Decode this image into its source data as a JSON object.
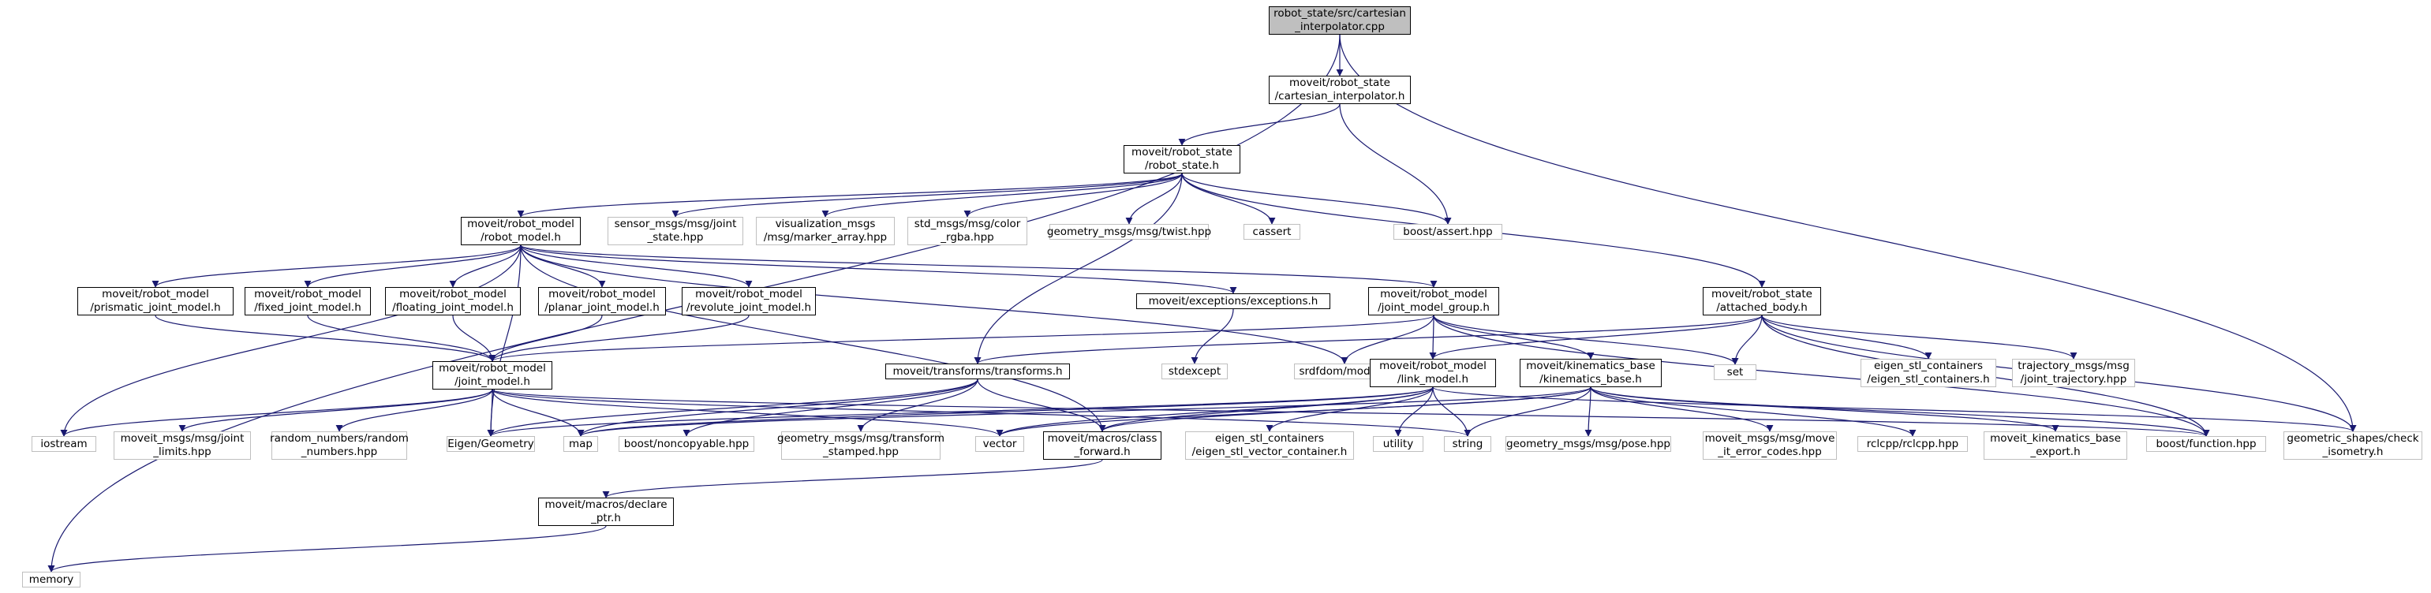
{
  "graph": {
    "edge_color": "#191970",
    "root_fill": "#bfbfbf",
    "external_border_color": "#bfbfbf",
    "nodes": [
      {
        "id": "root",
        "lines": [
          "robot_state/src/cartesian",
          "_interpolator.cpp"
        ],
        "kind": "root"
      },
      {
        "id": "cartesian_interpolator_h",
        "lines": [
          "moveit/robot_state",
          "/cartesian_interpolator.h"
        ],
        "kind": "doc"
      },
      {
        "id": "robot_state_h",
        "lines": [
          "moveit/robot_state",
          "/robot_state.h"
        ],
        "kind": "doc"
      },
      {
        "id": "robot_model_h",
        "lines": [
          "moveit/robot_model",
          "/robot_model.h"
        ],
        "kind": "doc"
      },
      {
        "id": "sensor_msgs_joint_state",
        "lines": [
          "sensor_msgs/msg/joint",
          "_state.hpp"
        ],
        "kind": "ext"
      },
      {
        "id": "visualization_msgs_marker",
        "lines": [
          "visualization_msgs",
          "/msg/marker_array.hpp"
        ],
        "kind": "ext"
      },
      {
        "id": "std_msgs_color",
        "lines": [
          "std_msgs/msg/color",
          "_rgba.hpp"
        ],
        "kind": "ext"
      },
      {
        "id": "geometry_msgs_twist",
        "lines": [
          "geometry_msgs/msg/twist.hpp"
        ],
        "kind": "ext"
      },
      {
        "id": "cassert",
        "lines": [
          "cassert"
        ],
        "kind": "ext"
      },
      {
        "id": "boost_assert",
        "lines": [
          "boost/assert.hpp"
        ],
        "kind": "ext"
      },
      {
        "id": "prismatic_joint_model",
        "lines": [
          "moveit/robot_model",
          "/prismatic_joint_model.h"
        ],
        "kind": "doc"
      },
      {
        "id": "fixed_joint_model",
        "lines": [
          "moveit/robot_model",
          "/fixed_joint_model.h"
        ],
        "kind": "doc"
      },
      {
        "id": "floating_joint_model",
        "lines": [
          "moveit/robot_model",
          "/floating_joint_model.h"
        ],
        "kind": "doc"
      },
      {
        "id": "planar_joint_model",
        "lines": [
          "moveit/robot_model",
          "/planar_joint_model.h"
        ],
        "kind": "doc"
      },
      {
        "id": "revolute_joint_model",
        "lines": [
          "moveit/robot_model",
          "/revolute_joint_model.h"
        ],
        "kind": "doc"
      },
      {
        "id": "exceptions_h",
        "lines": [
          "moveit/exceptions/exceptions.h"
        ],
        "kind": "doc"
      },
      {
        "id": "joint_model_group_h",
        "lines": [
          "moveit/robot_model",
          "/joint_model_group.h"
        ],
        "kind": "doc"
      },
      {
        "id": "attached_body_h",
        "lines": [
          "moveit/robot_state",
          "/attached_body.h"
        ],
        "kind": "doc"
      },
      {
        "id": "joint_model_h",
        "lines": [
          "moveit/robot_model",
          "/joint_model.h"
        ],
        "kind": "doc"
      },
      {
        "id": "transforms_h",
        "lines": [
          "moveit/transforms/transforms.h"
        ],
        "kind": "doc"
      },
      {
        "id": "stdexcept",
        "lines": [
          "stdexcept"
        ],
        "kind": "ext"
      },
      {
        "id": "srdfdom_model",
        "lines": [
          "srdfdom/model.h"
        ],
        "kind": "ext"
      },
      {
        "id": "link_model_h",
        "lines": [
          "moveit/robot_model",
          "/link_model.h"
        ],
        "kind": "doc"
      },
      {
        "id": "kinematics_base_h",
        "lines": [
          "moveit/kinematics_base",
          "/kinematics_base.h"
        ],
        "kind": "doc"
      },
      {
        "id": "set",
        "lines": [
          "set"
        ],
        "kind": "ext"
      },
      {
        "id": "eigen_stl_containers_h",
        "lines": [
          "eigen_stl_containers",
          "/eigen_stl_containers.h"
        ],
        "kind": "ext"
      },
      {
        "id": "trajectory_msgs_joint",
        "lines": [
          "trajectory_msgs/msg",
          "/joint_trajectory.hpp"
        ],
        "kind": "ext"
      },
      {
        "id": "iostream",
        "lines": [
          "iostream"
        ],
        "kind": "ext"
      },
      {
        "id": "moveit_msgs_joint_limits",
        "lines": [
          "moveit_msgs/msg/joint",
          "_limits.hpp"
        ],
        "kind": "ext"
      },
      {
        "id": "random_numbers",
        "lines": [
          "random_numbers/random",
          "_numbers.hpp"
        ],
        "kind": "ext"
      },
      {
        "id": "eigen_geometry",
        "lines": [
          "Eigen/Geometry"
        ],
        "kind": "ext"
      },
      {
        "id": "map",
        "lines": [
          "map"
        ],
        "kind": "ext"
      },
      {
        "id": "boost_noncopyable",
        "lines": [
          "boost/noncopyable.hpp"
        ],
        "kind": "ext"
      },
      {
        "id": "geometry_msgs_transform_stamped",
        "lines": [
          "geometry_msgs/msg/transform",
          "_stamped.hpp"
        ],
        "kind": "ext"
      },
      {
        "id": "vector",
        "lines": [
          "vector"
        ],
        "kind": "ext"
      },
      {
        "id": "class_forward_h",
        "lines": [
          "moveit/macros/class",
          "_forward.h"
        ],
        "kind": "doc"
      },
      {
        "id": "eigen_stl_vector_container",
        "lines": [
          "eigen_stl_containers",
          "/eigen_stl_vector_container.h"
        ],
        "kind": "ext"
      },
      {
        "id": "utility",
        "lines": [
          "utility"
        ],
        "kind": "ext"
      },
      {
        "id": "string",
        "lines": [
          "string"
        ],
        "kind": "ext"
      },
      {
        "id": "geometry_msgs_pose",
        "lines": [
          "geometry_msgs/msg/pose.hpp"
        ],
        "kind": "ext"
      },
      {
        "id": "moveit_msgs_move_it_error",
        "lines": [
          "moveit_msgs/msg/move",
          "_it_error_codes.hpp"
        ],
        "kind": "ext"
      },
      {
        "id": "rclcpp",
        "lines": [
          "rclcpp/rclcpp.hpp"
        ],
        "kind": "ext"
      },
      {
        "id": "kinematics_base_export",
        "lines": [
          "moveit_kinematics_base",
          "_export.h"
        ],
        "kind": "ext"
      },
      {
        "id": "boost_function",
        "lines": [
          "boost/function.hpp"
        ],
        "kind": "ext"
      },
      {
        "id": "geometric_shapes_check_isometry",
        "lines": [
          "geometric_shapes/check",
          "_isometry.h"
        ],
        "kind": "ext"
      },
      {
        "id": "declare_ptr_h",
        "lines": [
          "moveit/macros/declare",
          "_ptr.h"
        ],
        "kind": "doc"
      },
      {
        "id": "memory",
        "lines": [
          "memory"
        ],
        "kind": "ext"
      }
    ],
    "edges": [
      [
        "root",
        "cartesian_interpolator_h"
      ],
      [
        "root",
        "memory"
      ],
      [
        "root",
        "geometric_shapes_check_isometry"
      ],
      [
        "cartesian_interpolator_h",
        "robot_state_h"
      ],
      [
        "cartesian_interpolator_h",
        "boost_assert"
      ],
      [
        "robot_state_h",
        "robot_model_h"
      ],
      [
        "robot_state_h",
        "sensor_msgs_joint_state"
      ],
      [
        "robot_state_h",
        "visualization_msgs_marker"
      ],
      [
        "robot_state_h",
        "std_msgs_color"
      ],
      [
        "robot_state_h",
        "geometry_msgs_twist"
      ],
      [
        "robot_state_h",
        "cassert"
      ],
      [
        "robot_state_h",
        "boost_assert"
      ],
      [
        "robot_state_h",
        "attached_body_h"
      ],
      [
        "robot_state_h",
        "transforms_h"
      ],
      [
        "robot_model_h",
        "prismatic_joint_model"
      ],
      [
        "robot_model_h",
        "fixed_joint_model"
      ],
      [
        "robot_model_h",
        "floating_joint_model"
      ],
      [
        "robot_model_h",
        "planar_joint_model"
      ],
      [
        "robot_model_h",
        "revolute_joint_model"
      ],
      [
        "robot_model_h",
        "exceptions_h"
      ],
      [
        "robot_model_h",
        "joint_model_group_h"
      ],
      [
        "robot_model_h",
        "iostream"
      ],
      [
        "robot_model_h",
        "eigen_geometry"
      ],
      [
        "robot_model_h",
        "srdfdom_model"
      ],
      [
        "robot_model_h",
        "class_forward_h"
      ],
      [
        "prismatic_joint_model",
        "joint_model_h"
      ],
      [
        "fixed_joint_model",
        "joint_model_h"
      ],
      [
        "floating_joint_model",
        "joint_model_h"
      ],
      [
        "planar_joint_model",
        "joint_model_h"
      ],
      [
        "revolute_joint_model",
        "joint_model_h"
      ],
      [
        "exceptions_h",
        "stdexcept"
      ],
      [
        "joint_model_group_h",
        "joint_model_h"
      ],
      [
        "joint_model_group_h",
        "link_model_h"
      ],
      [
        "joint_model_group_h",
        "kinematics_base_h"
      ],
      [
        "joint_model_group_h",
        "srdfdom_model"
      ],
      [
        "joint_model_group_h",
        "set"
      ],
      [
        "joint_model_group_h",
        "boost_function"
      ],
      [
        "attached_body_h",
        "link_model_h"
      ],
      [
        "attached_body_h",
        "transforms_h"
      ],
      [
        "attached_body_h",
        "set"
      ],
      [
        "attached_body_h",
        "eigen_stl_containers_h"
      ],
      [
        "attached_body_h",
        "trajectory_msgs_joint"
      ],
      [
        "attached_body_h",
        "boost_function"
      ],
      [
        "attached_body_h",
        "geometric_shapes_check_isometry"
      ],
      [
        "joint_model_h",
        "iostream"
      ],
      [
        "joint_model_h",
        "moveit_msgs_joint_limits"
      ],
      [
        "joint_model_h",
        "random_numbers"
      ],
      [
        "joint_model_h",
        "eigen_geometry"
      ],
      [
        "joint_model_h",
        "map"
      ],
      [
        "joint_model_h",
        "vector"
      ],
      [
        "joint_model_h",
        "string"
      ],
      [
        "joint_model_h",
        "boost_function"
      ],
      [
        "transforms_h",
        "eigen_geometry"
      ],
      [
        "transforms_h",
        "map"
      ],
      [
        "transforms_h",
        "boost_noncopyable"
      ],
      [
        "transforms_h",
        "geometry_msgs_transform_stamped"
      ],
      [
        "transforms_h",
        "class_forward_h"
      ],
      [
        "link_model_h",
        "eigen_geometry"
      ],
      [
        "link_model_h",
        "map"
      ],
      [
        "link_model_h",
        "vector"
      ],
      [
        "link_model_h",
        "class_forward_h"
      ],
      [
        "link_model_h",
        "eigen_stl_vector_container"
      ],
      [
        "link_model_h",
        "utility"
      ],
      [
        "link_model_h",
        "string"
      ],
      [
        "link_model_h",
        "geometric_shapes_check_isometry"
      ],
      [
        "kinematics_base_h",
        "map"
      ],
      [
        "kinematics_base_h",
        "vector"
      ],
      [
        "kinematics_base_h",
        "class_forward_h"
      ],
      [
        "kinematics_base_h",
        "string"
      ],
      [
        "kinematics_base_h",
        "geometry_msgs_pose"
      ],
      [
        "kinematics_base_h",
        "moveit_msgs_move_it_error"
      ],
      [
        "kinematics_base_h",
        "rclcpp"
      ],
      [
        "kinematics_base_h",
        "kinematics_base_export"
      ],
      [
        "kinematics_base_h",
        "boost_function"
      ],
      [
        "class_forward_h",
        "declare_ptr_h"
      ],
      [
        "declare_ptr_h",
        "memory"
      ]
    ]
  }
}
